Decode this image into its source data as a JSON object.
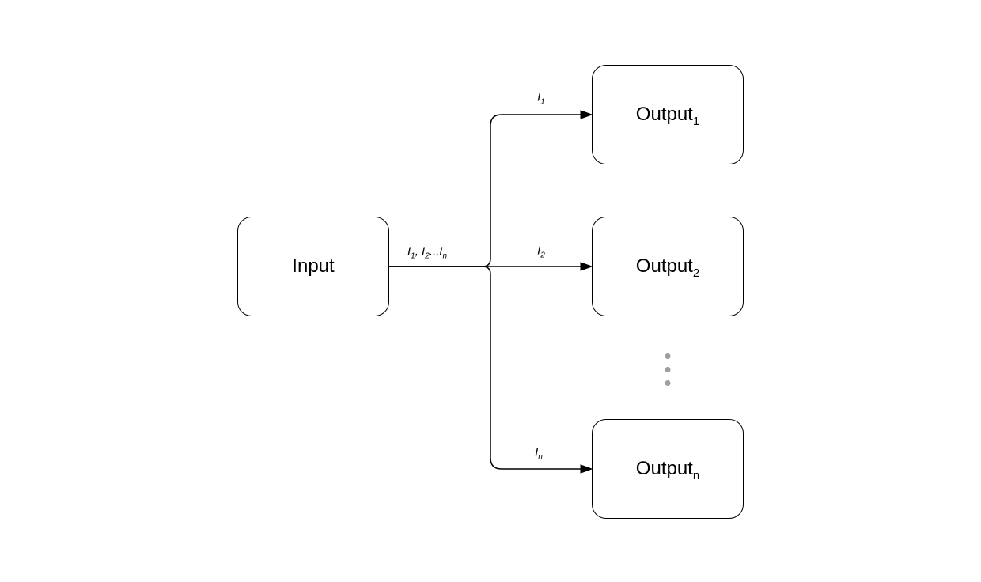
{
  "diagram": {
    "background_color": "#ffffff",
    "stroke_color": "#000000",
    "text_color": "#000000",
    "ellipsis_dot_color": "#9e9e9e",
    "input_node": {
      "label": "Input"
    },
    "output_nodes": [
      {
        "label": "Output",
        "sub": "1"
      },
      {
        "label": "Output",
        "sub": "2"
      },
      {
        "label": "Output",
        "sub": "n"
      }
    ],
    "edge_labels": {
      "main": {
        "p1": "I",
        "s1": "1",
        "p2": ", I",
        "s2": "2",
        "p3": "...I",
        "s3": "n"
      },
      "to_output1": {
        "p": "I",
        "s": "1"
      },
      "to_output2": {
        "p": "I",
        "s": "2"
      },
      "to_output_n": {
        "p": "I",
        "s": "n"
      }
    },
    "ellipsis_dot_count": 3
  }
}
